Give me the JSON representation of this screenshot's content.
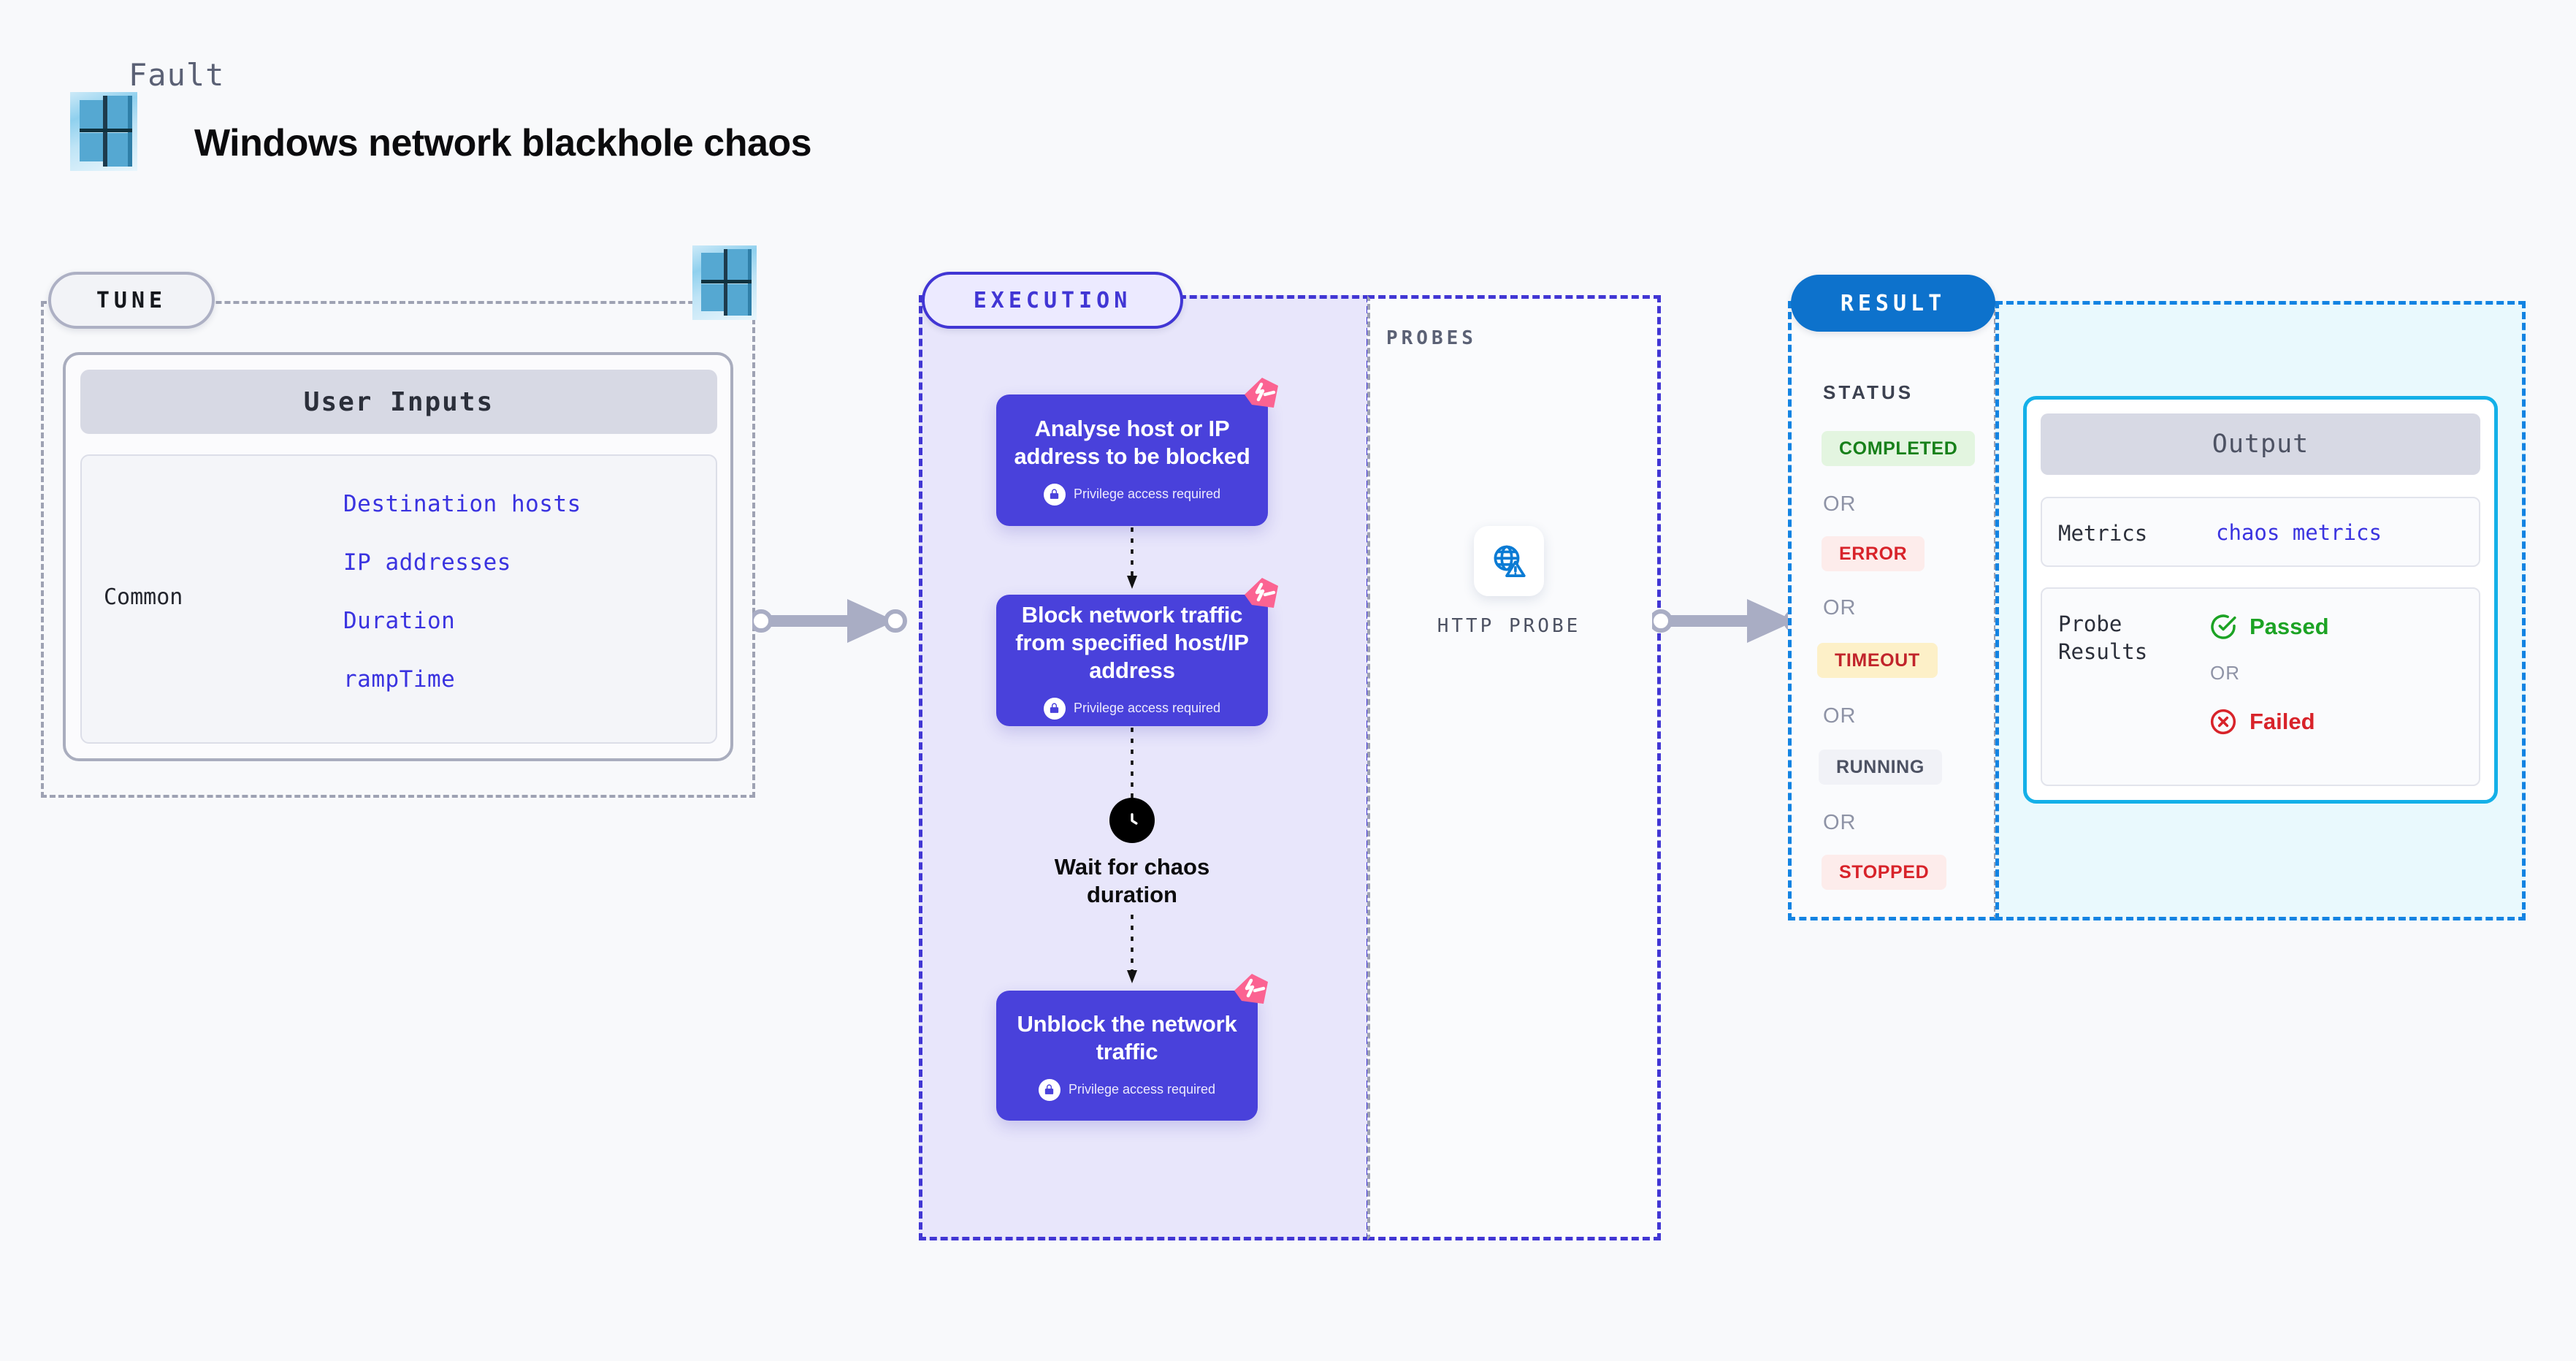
{
  "header": {
    "eyebrow": "Fault",
    "title": "Windows network blackhole chaos",
    "logo_icon": "windows-logo-icon"
  },
  "tune": {
    "group_label": "TUNE",
    "platform_icon": "windows-logo-icon",
    "card_title": "User Inputs",
    "section_label": "Common",
    "params": [
      "Destination hosts",
      "IP addresses",
      "Duration",
      "rampTime"
    ]
  },
  "execution": {
    "group_label": "EXECUTION",
    "privilege_note": "Privilege access required",
    "lock_icon": "lock-icon",
    "badge_icon": "litmus-logo-icon",
    "nodes": [
      {
        "title": "Analyse host or IP address to be blocked",
        "privileged": true
      },
      {
        "title": "Block network traffic from specified host/IP address",
        "privileged": true
      }
    ],
    "wait": {
      "icon": "clock-icon",
      "label": "Wait for chaos duration"
    },
    "final_node": {
      "title": "Unblock the network traffic",
      "privileged": true
    }
  },
  "probes": {
    "group_label": "PROBES",
    "items": [
      {
        "label": "HTTP PROBE",
        "icon": "globe-warning-icon"
      }
    ]
  },
  "result": {
    "group_label": "RESULT",
    "status_title": "STATUS",
    "or_label": "OR",
    "statuses": [
      {
        "label": "COMPLETED",
        "bg": "#e3f5e0",
        "fg": "#17801a"
      },
      {
        "label": "ERROR",
        "bg": "#fdeceb",
        "fg": "#d8232a"
      },
      {
        "label": "TIMEOUT",
        "bg": "#fdf0c8",
        "fg": "#c1242b"
      },
      {
        "label": "RUNNING",
        "bg": "#f1f2f7",
        "fg": "#4d5263"
      },
      {
        "label": "STOPPED",
        "bg": "#fdeceb",
        "fg": "#d8232a"
      }
    ],
    "output": {
      "title": "Output",
      "metrics_key": "Metrics",
      "metrics_value": "chaos metrics",
      "probe_results_key": "Probe Results",
      "passed_label": "Passed",
      "passed_icon": "check-circle-icon",
      "failed_label": "Failed",
      "failed_icon": "x-circle-icon",
      "or_label": "OR"
    }
  },
  "colors": {
    "node_purple": "#4941db",
    "exec_border": "#4136d4",
    "result_blue": "#0d72cc",
    "output_cyan": "#14b0e8",
    "param_blue": "#3a33e0",
    "litmus_pink": "#fb6392",
    "probe_blue": "#0b7bd4",
    "page_bg": "#f8f9fb"
  }
}
